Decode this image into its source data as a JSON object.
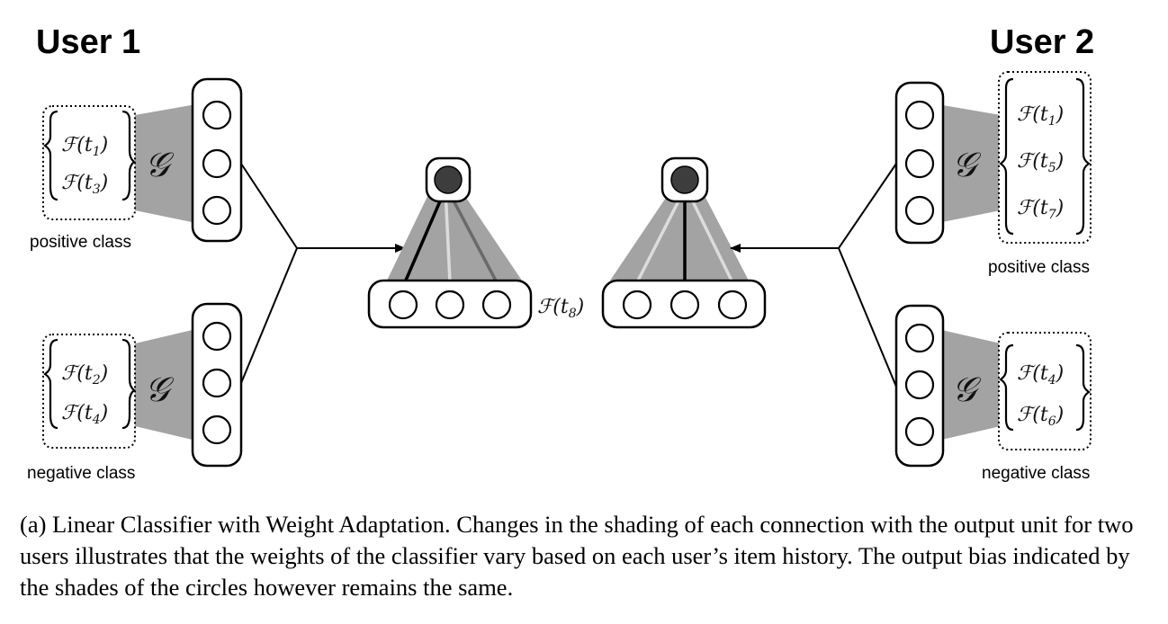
{
  "user1": {
    "title": "User 1",
    "positive": {
      "label": "positive class",
      "items": [
        "1",
        "3"
      ]
    },
    "negative": {
      "label": "negative class",
      "items": [
        "2",
        "4"
      ]
    }
  },
  "user2": {
    "title": "User 2",
    "positive": {
      "label": "positive class",
      "items": [
        "1",
        "5",
        "7"
      ]
    },
    "negative": {
      "label": "negative class",
      "items": [
        "4",
        "6"
      ]
    }
  },
  "symbols": {
    "encoder": "𝒢",
    "feature_fn": "ℱ",
    "item_var": "t",
    "query_item": "8"
  },
  "caption": "(a) Linear Classifier with Weight Adaptation. Changes in the shading of each connection with the output unit for two users illustrates that the weights of the classifier vary based on each user’s item history. The output bias indicated by the shades of the circles however remains the same."
}
